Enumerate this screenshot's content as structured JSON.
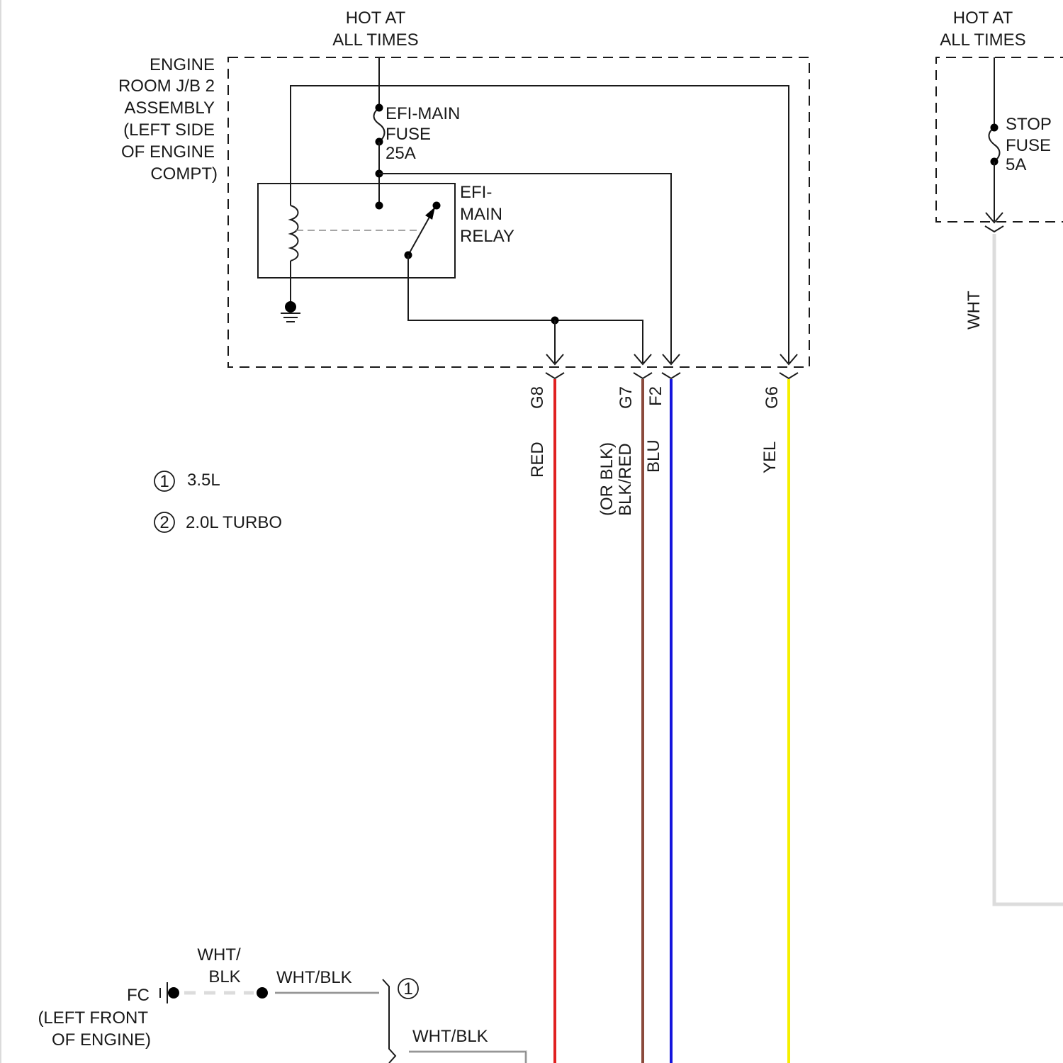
{
  "colors": {
    "red": "#e02020",
    "brown": "#8b4a3c",
    "blue": "#1414dd",
    "yellow": "#f5f000",
    "grey": "#dcdcdc"
  },
  "engine_room": {
    "hot_line1": "HOT AT",
    "hot_line2": "ALL TIMES",
    "box_label": [
      "ENGINE",
      "ROOM J/B 2",
      "ASSEMBLY",
      "(LEFT SIDE",
      "OF ENGINE",
      "COMPT)"
    ],
    "fuse_label": [
      "EFI-MAIN",
      "FUSE",
      "25A"
    ],
    "relay_label": [
      "EFI-",
      "MAIN",
      "RELAY"
    ]
  },
  "stop_box": {
    "hot_line1": "HOT AT",
    "hot_line2": "ALL TIMES",
    "fuse_label": [
      "STOP",
      "FUSE",
      "5A"
    ]
  },
  "connectors": {
    "g8": "G8",
    "g7": "G7",
    "f2": "F2",
    "g6": "G6"
  },
  "wires": {
    "red": "RED",
    "blk_red": "BLK/RED",
    "or_blk": "(OR BLK)",
    "blu": "BLU",
    "yel": "YEL",
    "wht": "WHT"
  },
  "legend": [
    {
      "num": "1",
      "text": "3.5L"
    },
    {
      "num": "2",
      "text": "2.0L TURBO"
    }
  ],
  "ground": {
    "name": "FC",
    "location_line1": "(LEFT FRONT",
    "location_line2": "OF ENGINE)",
    "wire_a_line1": "WHT/",
    "wire_a_line2": "BLK",
    "wire_b": "WHT/BLK",
    "wire_c": "WHT/BLK",
    "variant_num": "1"
  }
}
